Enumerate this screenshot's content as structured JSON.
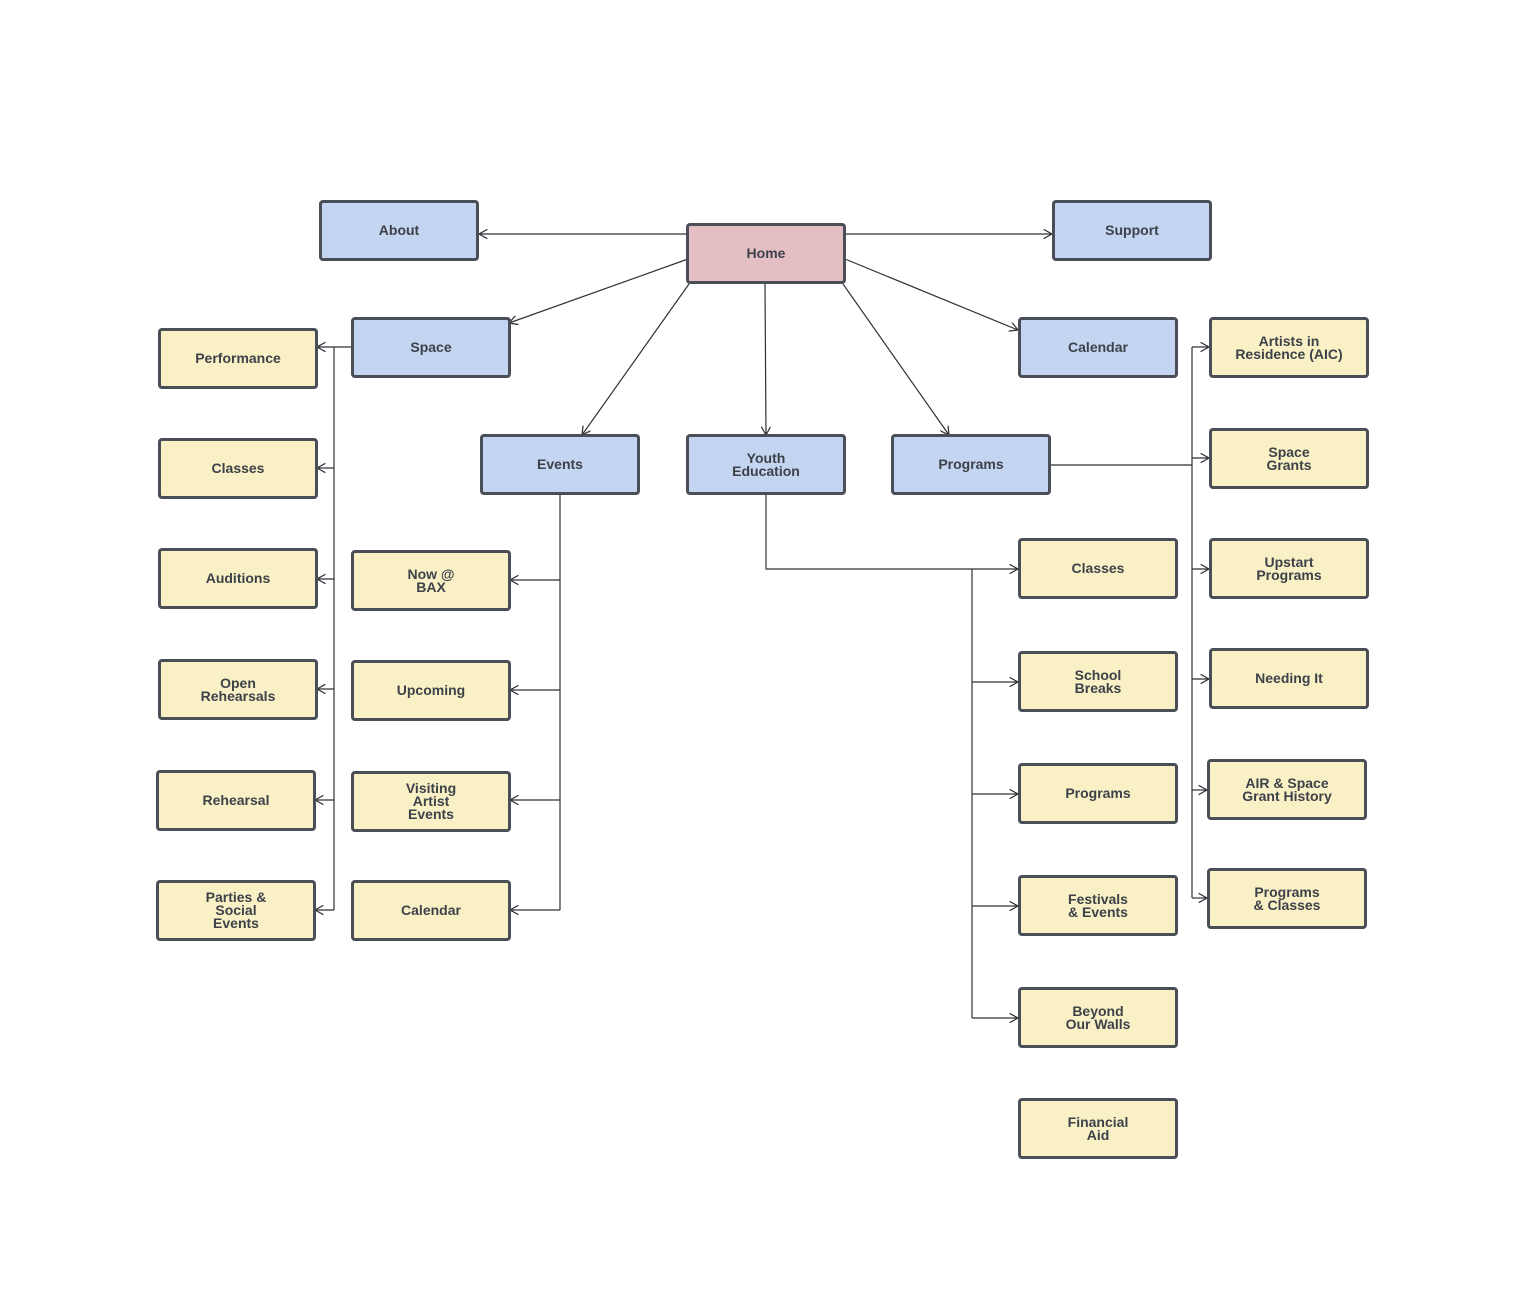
{
  "colors": {
    "home": "#e3bfc3",
    "section": "#c3d5f1",
    "page": "#f9f1c5",
    "border": "#4a4e57",
    "text": "#3d4149",
    "connector": "#2f3238"
  },
  "nodes": {
    "home": "Home",
    "about": "About",
    "support": "Support",
    "space": "Space",
    "calendar": "Calendar",
    "events": "Events",
    "youth_education": "Youth\nEducation",
    "programs": "Programs",
    "space_children": [
      "Performance",
      "Classes",
      "Auditions",
      "Open\nRehearsals",
      "Rehearsal",
      "Parties &\nSocial\nEvents"
    ],
    "events_children": [
      "Now @\nBAX",
      "Upcoming",
      "Visiting\nArtist\nEvents",
      "Calendar"
    ],
    "youth_children": [
      "Classes",
      "School\nBreaks",
      "Programs",
      "Festivals\n& Events",
      "Beyond\nOur Walls",
      "Financial\nAid"
    ],
    "programs_children": [
      "Artists in\nResidence (AIC)",
      "Space\nGrants",
      "Upstart\nPrograms",
      "Needing It",
      "AIR & Space\nGrant History",
      "Programs\n& Classes"
    ]
  }
}
